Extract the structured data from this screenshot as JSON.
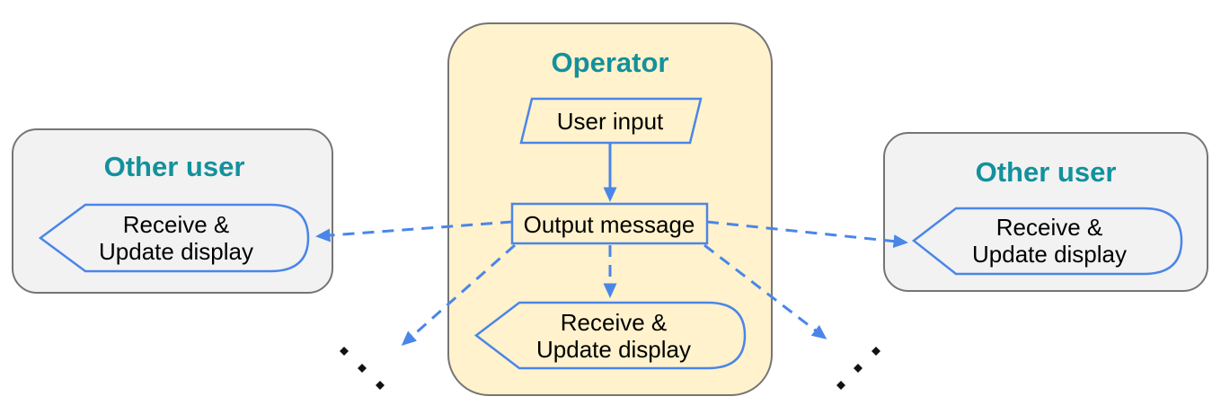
{
  "diagram": {
    "operator": {
      "title": "Operator",
      "user_input_label": "User input",
      "output_message_label": "Output message",
      "display_line1": "Receive &",
      "display_line2": "Update display"
    },
    "left_user": {
      "title": "Other user",
      "display_line1": "Receive &",
      "display_line2": "Update display"
    },
    "right_user": {
      "title": "Other user",
      "display_line1": "Receive &",
      "display_line2": "Update display"
    },
    "edges": [
      {
        "from": "user-input",
        "to": "output-message",
        "style": "solid"
      },
      {
        "from": "output-message",
        "to": "operator-display",
        "style": "dashed"
      },
      {
        "from": "output-message",
        "to": "left-user-display",
        "style": "dashed"
      },
      {
        "from": "output-message",
        "to": "right-user-display",
        "style": "dashed"
      },
      {
        "from": "output-message",
        "to": "more-users-bottom-left",
        "style": "dashed"
      },
      {
        "from": "output-message",
        "to": "more-users-bottom-right",
        "style": "dashed"
      }
    ],
    "colors": {
      "accent_blue": "#4a86e8",
      "title_teal": "#12919c",
      "operator_fill": "#fff2cc",
      "other_user_fill": "#f2f2f2",
      "container_border": "#757575",
      "text": "#000000",
      "ellipsis_dots": "#111111"
    }
  }
}
